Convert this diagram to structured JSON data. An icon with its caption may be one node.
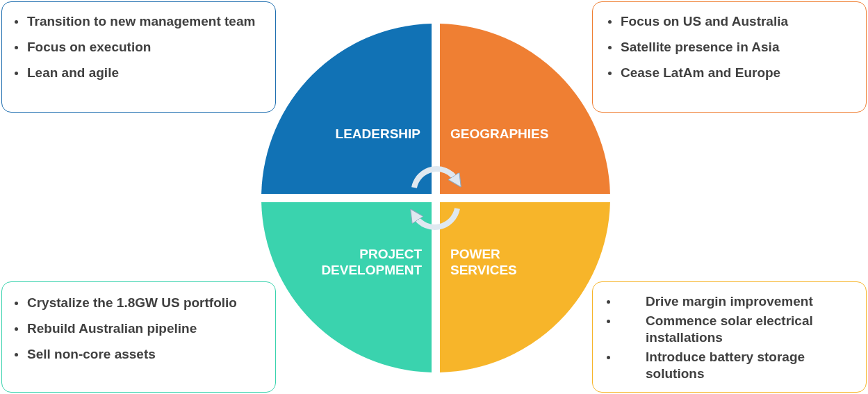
{
  "diagram": {
    "nodes": [
      {
        "text": [
          "LEADERSHIP"
        ]
      },
      {
        "text": [
          "GEOGRAPHIES"
        ]
      },
      {
        "text": [
          "PROJECT DEVELOPMENT"
        ]
      },
      {
        "text": [
          "POWER SERVICES"
        ]
      },
      {
        "text": [
          "Transition to new management team",
          "Focus on execution",
          "Lean and agile"
        ]
      },
      {
        "text": [
          "Focus on US and Australia",
          "Satellite presence in Asia",
          "Cease LatAm and Europe"
        ]
      },
      {
        "text": [
          "Crystalize the 1.8GW US portfolio",
          "Rebuild Australian pipeline",
          "Sell non-core assets"
        ]
      },
      {
        "text": [
          "Drive margin improvement",
          "Commence solar electrical installations",
          "Introduce battery storage solutions"
        ]
      }
    ],
    "edges": [
      {
        "from": 0,
        "to": 1,
        "arrow": "to"
      },
      {
        "from": 3,
        "to": 2,
        "arrow": "to"
      }
    ]
  }
}
